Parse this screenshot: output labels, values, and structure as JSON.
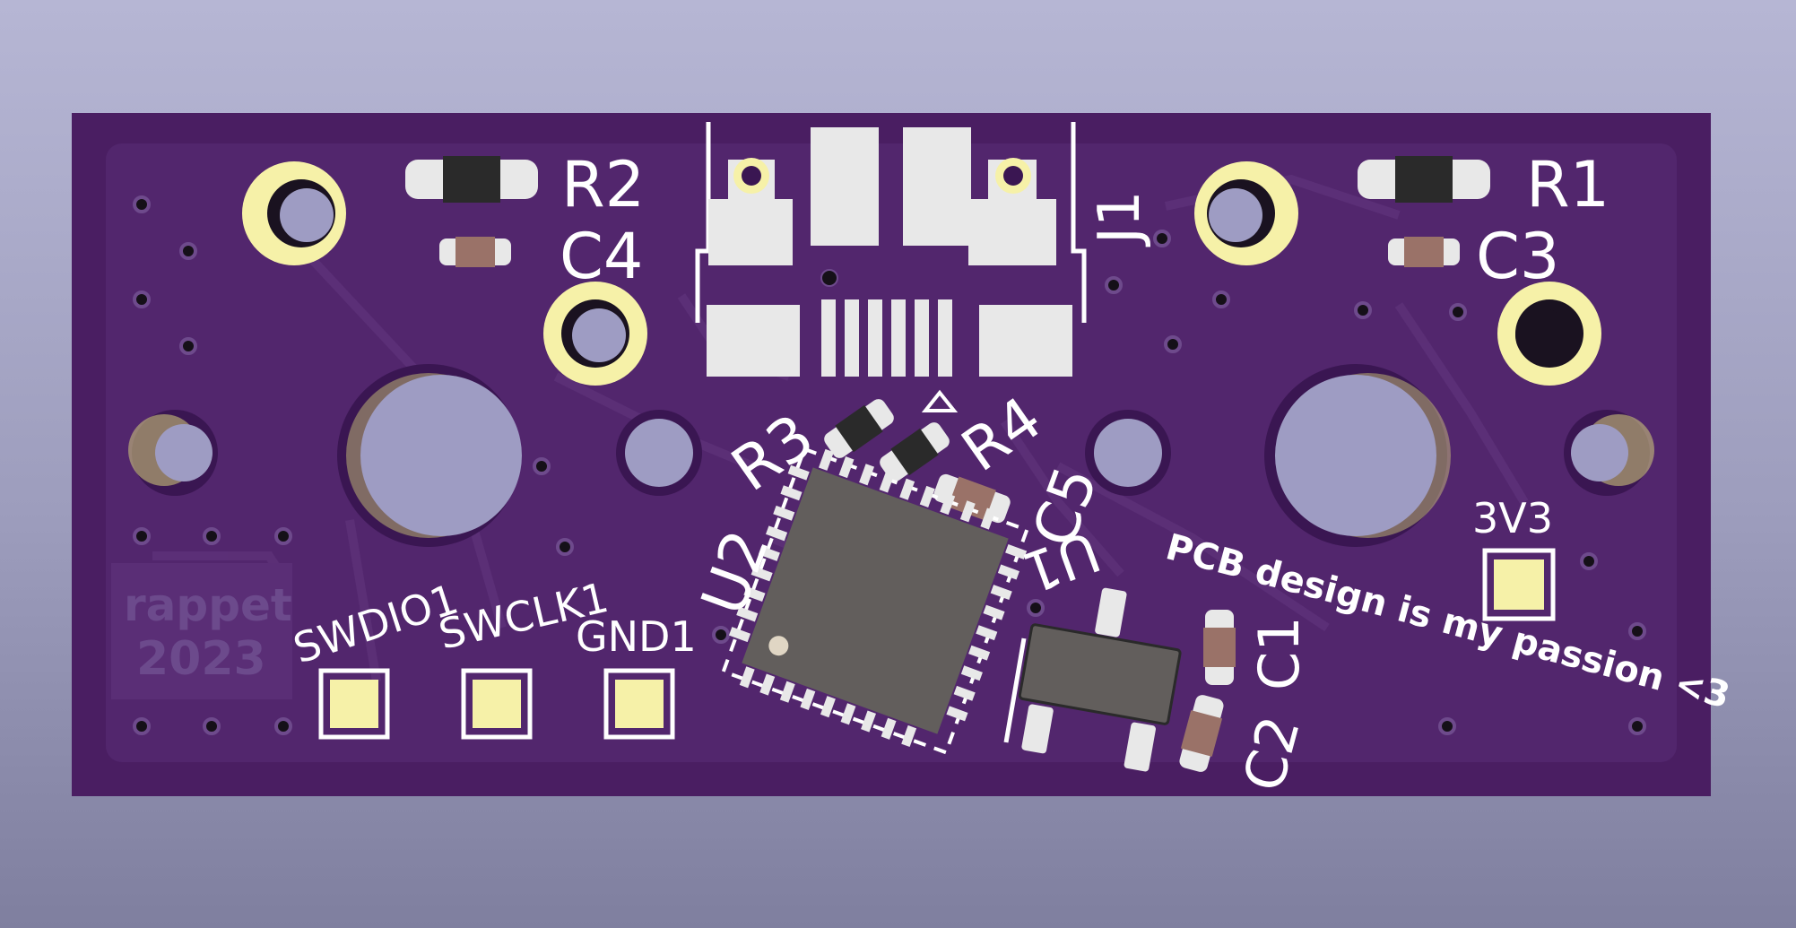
{
  "colors": {
    "background_top": "#b6b6d4",
    "background_bottom": "#7f7f9f",
    "board": "#4a1e62",
    "copper_fill": "#52266d",
    "silkscreen": "#ffffff",
    "pad_gold": "#f6f1a8",
    "smd_pad": "#e8e8e8",
    "ic_body": "#625e5c"
  },
  "board": {
    "designators": {
      "r1": "R1",
      "r2": "R2",
      "r3": "R3",
      "r4": "R4",
      "c1": "C1",
      "c2": "C2",
      "c3": "C3",
      "c4": "C4",
      "c5": "C5",
      "j1": "J1",
      "u1": "U1",
      "u2": "U2"
    },
    "test_points": {
      "swdio": "SWDIO1",
      "swclk": "SWCLK1",
      "gnd": "GND1",
      "v3": "3V3"
    },
    "slogan": "PCB design is my passion <3",
    "watermark": {
      "line1": "rappet",
      "line2": "2023"
    }
  }
}
